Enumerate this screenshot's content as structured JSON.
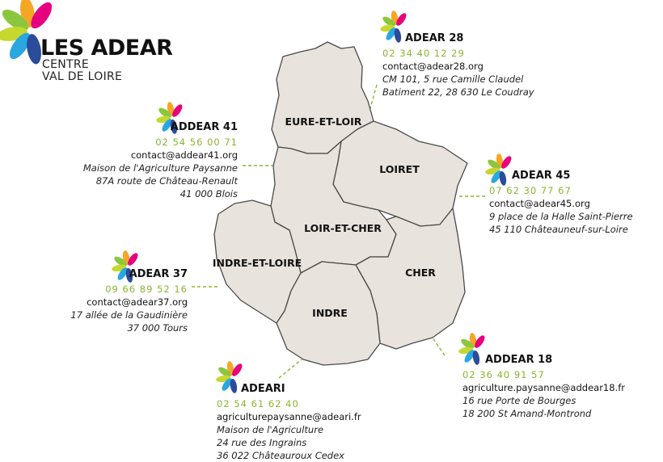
{
  "brand": {
    "title": "LES ADEAR",
    "subtitle_line1": "CENTRE",
    "subtitle_line2": "VAL DE LOIRE"
  },
  "colors": {
    "phone_green": "#8ab62e",
    "map_fill": "#e8e3dc",
    "map_stroke": "#4a4a4a",
    "leader": "#8ab62e"
  },
  "departments": {
    "eure_et_loir": "EURE-ET-LOIR",
    "loiret": "LOIRET",
    "loir_et_cher": "LOIR-ET-CHER",
    "indre_et_loire": "INDRE-ET-LOIRE",
    "cher": "CHER",
    "indre": "INDRE"
  },
  "contacts": {
    "adear28": {
      "name": "ADEAR 28",
      "phone": "02 34 40 12 29",
      "email": "contact@adear28.org",
      "addr1": "CM 101, 5 rue Camille Claudel",
      "addr2": "Batiment 22, 28 630 Le Coudray"
    },
    "addear41": {
      "name": "ADDEAR 41",
      "phone": "02 54 56 00 71",
      "email": "contact@addear41.org",
      "addr1": "Maison de l'Agriculture Paysanne",
      "addr2": "87A route de Château-Renault",
      "addr3": "41 000 Blois"
    },
    "adear45": {
      "name": "ADEAR 45",
      "phone": "07 62 30 77 67",
      "email": "contact@adear45.org",
      "addr1": "9 place de la Halle Saint-Pierre",
      "addr2": "45 110 Châteauneuf-sur-Loire"
    },
    "adear37": {
      "name": "ADEAR 37",
      "phone": "09 66 89 52 16",
      "email": "contact@adear37.org",
      "addr1": "17 allée de la Gaudinière",
      "addr2": "37 000 Tours"
    },
    "addear18": {
      "name": "ADDEAR 18",
      "phone": "02 36 40 91 57",
      "email": "agriculture.paysanne@addear18.fr",
      "addr1": "16 rue Porte de Bourges",
      "addr2": "18 200 St Amand-Montrond"
    },
    "adeari": {
      "name": "ADEARI",
      "phone": "02 54 61 62 40",
      "email": "agriculturepaysanne@adeari.fr",
      "addr1": "Maison de l'Agriculture",
      "addr2": "24 rue des Ingrains",
      "addr3": "36 022 Châteauroux Cedex"
    }
  }
}
